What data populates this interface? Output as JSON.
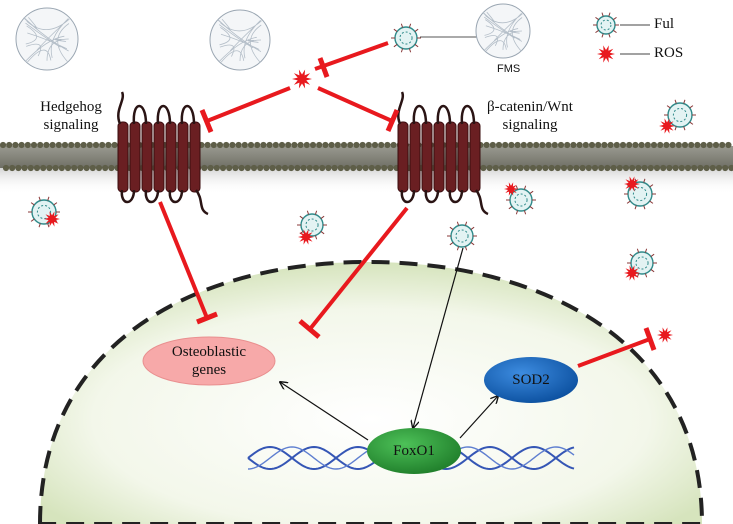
{
  "legend": {
    "ful_label": "Ful",
    "ros_label": "ROS"
  },
  "fms_label": "FMS",
  "pathways": {
    "hedgehog": [
      "Hedgehog",
      "signaling"
    ],
    "wnt": [
      "β-catenin/Wnt",
      "signaling"
    ]
  },
  "nodes": {
    "osteoblastic": [
      "Osteoblastic",
      "genes"
    ],
    "sod2": "SOD2",
    "foxo1": "FoxO1"
  },
  "colors": {
    "inhibition": "#e8191e",
    "activation": "#111111",
    "receptor": "#6a1f22",
    "membrane": "#4a4a3a",
    "nucleus_fill": "#e6efd6",
    "osteoblastic_fill": "#f7a9a9",
    "sod2_fill": "#0f5fb8",
    "foxo1_fill": "#2e9e3a",
    "dna": "#3556b5",
    "ros": "#e8191e",
    "fullerene": "#2f8a8a"
  }
}
